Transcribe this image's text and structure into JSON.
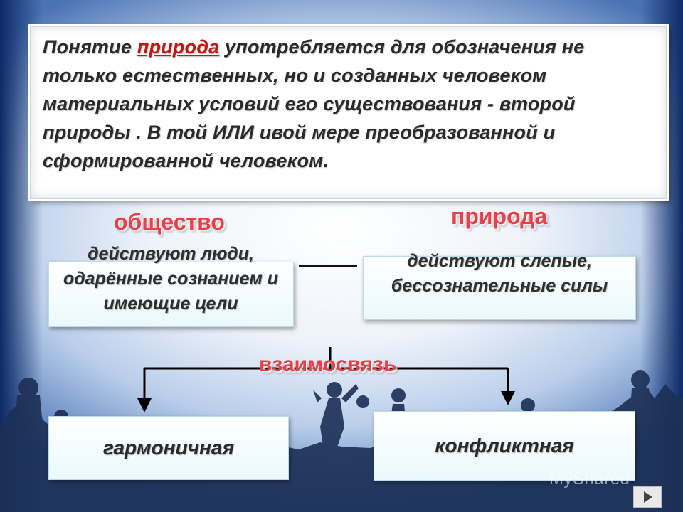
{
  "definition": {
    "part1": "Понятие ",
    "highlight": "природа",
    "part2": " употребляется для обозначения не только естественных, но и созданных человеком материальных условий его существования - второй природы . В той ИЛИ ивой мере преобразованной и сформированной человеком."
  },
  "society": {
    "label": "общество",
    "description": "действуют люди, одарённые сознанием и имеющие цели"
  },
  "nature": {
    "label": "природа",
    "description": "действуют слепые, бессознательные силы"
  },
  "relation": {
    "label": "взаимосвязь"
  },
  "outcomes": {
    "harmonious": "гармоничная",
    "conflict": "конфликтная"
  },
  "watermark": "MyShared",
  "colors": {
    "accent_red": "#e8404a",
    "highlight_red": "#c01818",
    "box_fill": "#eaf9fd",
    "background_blue": "#4a73b4"
  }
}
